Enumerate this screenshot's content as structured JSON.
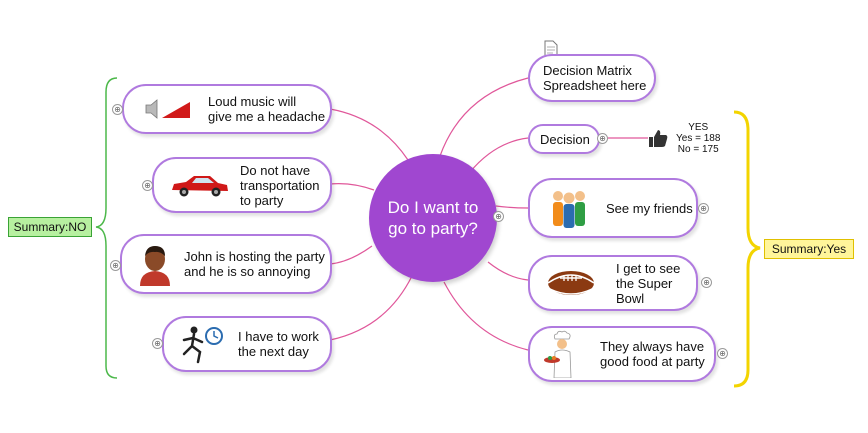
{
  "center": {
    "title": "Do I want to\ngo to party?"
  },
  "left_branches": [
    {
      "text": "Loud music will\ngive me a headache",
      "icon": "speaker-volume-icon"
    },
    {
      "text": "Do not have\ntransportation\nto party",
      "icon": "red-car-icon"
    },
    {
      "text": "John is hosting the party\nand he is so annoying",
      "icon": "person-avatar-icon"
    },
    {
      "text": "I have to work\nthe next day",
      "icon": "running-man-clock-icon"
    }
  ],
  "right_branches": [
    {
      "text": "Decision Matrix\nSpreadsheet here",
      "icon": "document-icon"
    },
    {
      "text": "Decision",
      "icon": ""
    },
    {
      "text": "See my friends",
      "icon": "group-of-people-icon"
    },
    {
      "text": "I get to see\nthe Super Bowl",
      "icon": "football-icon"
    },
    {
      "text": "They always have\ngood food at party",
      "icon": "chef-icon"
    }
  ],
  "decision_detail": {
    "icon": "thumbs-up-icon",
    "verdict": "YES",
    "yes": "Yes = 188",
    "no": "No = 175"
  },
  "summaries": {
    "left": "Summary:NO",
    "right": "Summary:Yes"
  },
  "colors": {
    "center_fill": "#a047d0",
    "node_border": "#b07adf",
    "connector": "#e0579a",
    "left_summary_fill": "#b7f0a0",
    "left_summary_border": "#3aa335",
    "right_summary_fill": "#fff59a",
    "right_summary_border": "#e0c000",
    "left_brace": "#4cb84a",
    "right_brace": "#f3d400"
  },
  "collapse_symbol": "⊕"
}
